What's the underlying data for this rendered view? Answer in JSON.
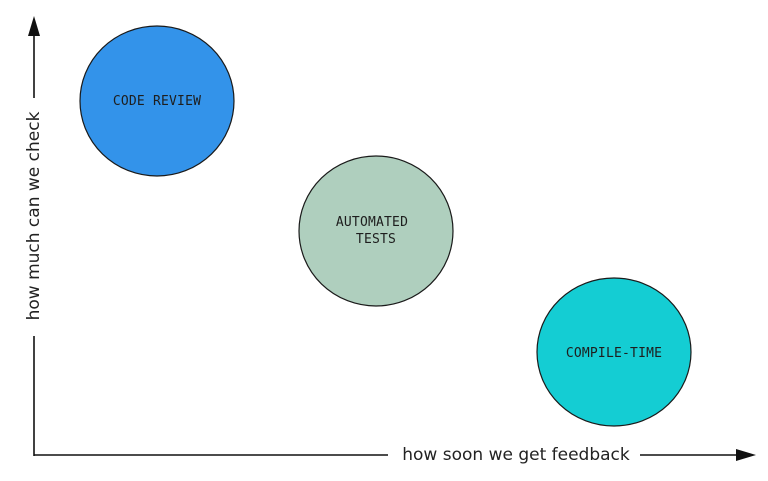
{
  "x_axis": {
    "label": "how soon we get feedback"
  },
  "y_axis": {
    "label": "how much can we check"
  },
  "bubbles": [
    {
      "lines": [
        "CODE REVIEW"
      ],
      "color": "#3393ea"
    },
    {
      "lines": [
        "AUTOMATED",
        "TESTS"
      ],
      "color": "#afcfbe"
    },
    {
      "lines": [
        "COMPILE-TIME"
      ],
      "color": "#14cdd3"
    }
  ]
}
